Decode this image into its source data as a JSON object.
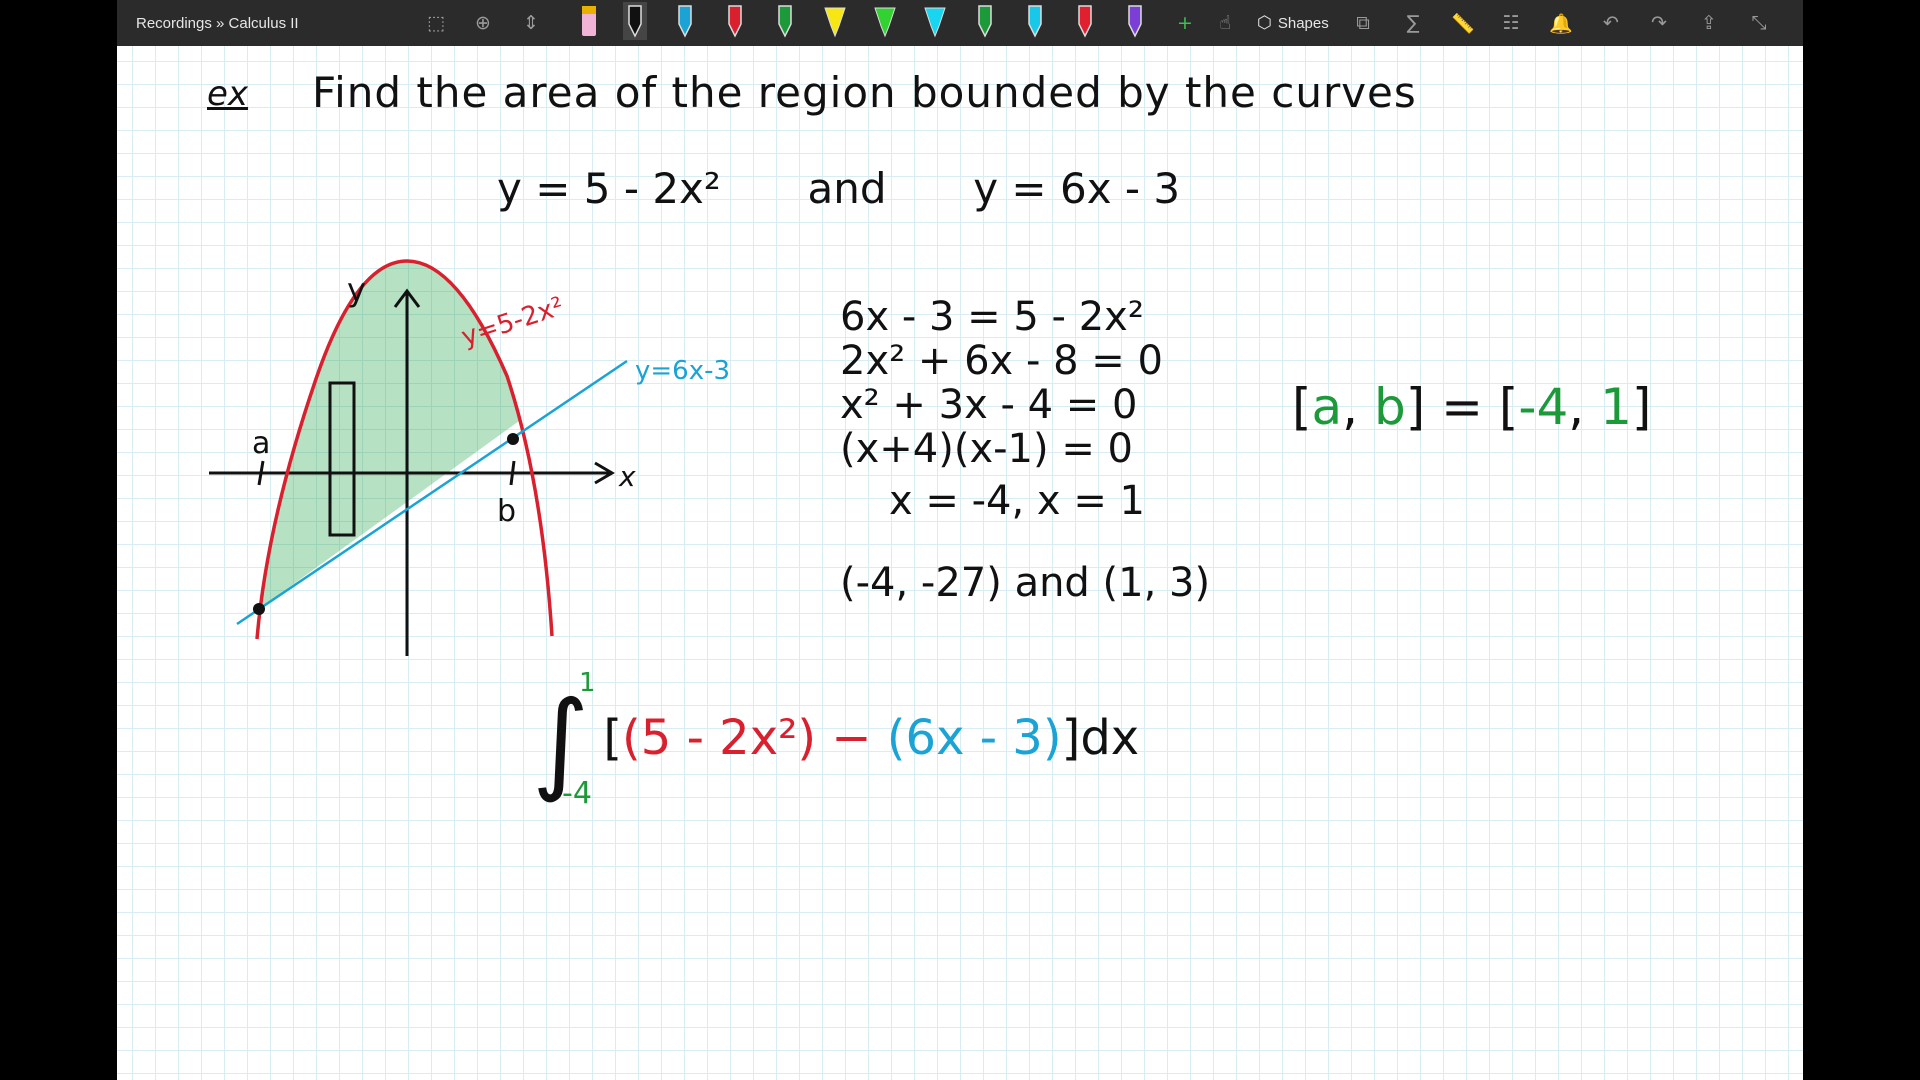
{
  "window": {
    "breadcrumb": "Recordings » Calculus II"
  },
  "toolbar": {
    "shapes_label": "Shapes",
    "pens": [
      {
        "name": "highlighter-pink",
        "color": "#f2b3d8"
      },
      {
        "name": "pen-black",
        "color": "#111111"
      },
      {
        "name": "pen-blue",
        "color": "#1aa3d4"
      },
      {
        "name": "pen-red",
        "color": "#d8202e"
      },
      {
        "name": "pen-green",
        "color": "#1c9a3a"
      },
      {
        "name": "highlighter-yellow",
        "color": "#f6e614"
      },
      {
        "name": "highlighter-green",
        "color": "#33d233"
      },
      {
        "name": "highlighter-cyan",
        "color": "#19d6f0"
      },
      {
        "name": "pen-green-2",
        "color": "#1c9a3a"
      },
      {
        "name": "pen-cyan",
        "color": "#19c7e8"
      },
      {
        "name": "pen-red-2",
        "color": "#e0202e"
      },
      {
        "name": "pen-purple",
        "color": "#7b3fd6"
      }
    ]
  },
  "note": {
    "ex_label": "ex",
    "title": "Find the area of the region bounded by the curves",
    "equations": {
      "eq1": "y = 5 - 2x²",
      "and": "and",
      "eq2": "y = 6x - 3"
    },
    "graph": {
      "y_axis_label": "y",
      "x_axis_label": "x",
      "a_label": "a",
      "b_label": "b",
      "parabola_label": "y=5-2x²",
      "line_label": "y=6x-3"
    },
    "work": {
      "line1": "6x - 3 = 5 - 2x²",
      "line2": "2x² + 6x - 8 = 0",
      "line3": "x² + 3x - 4 = 0",
      "line4": "(x+4)(x-1) = 0",
      "line5": "x = -4,  x = 1",
      "points": "(-4, -27) and (1, 3)"
    },
    "interval": {
      "open": "[",
      "a": "a",
      "comma1": ", ",
      "b": "b",
      "close_eq": "] = [",
      "lower": "-4",
      "comma2": ", ",
      "upper": "1",
      "close": "]"
    },
    "integral": {
      "upper_limit": "1",
      "lower_limit": "-4",
      "open_bracket": "[",
      "top_fn": "(5 - 2x²)",
      "minus": " − ",
      "bottom_fn": "(6x - 3)",
      "close_bracket": "]",
      "dx": "dx"
    }
  }
}
